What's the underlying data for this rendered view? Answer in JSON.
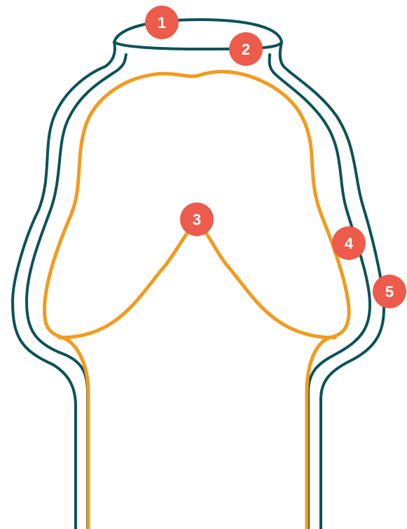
{
  "colors": {
    "outline": "#0b5259",
    "inner_outline": "#f29b1d",
    "marker_fill": "#ec5b4b",
    "marker_text": "#ffffff",
    "background": "#ffffff"
  },
  "markers": [
    {
      "label": "1"
    },
    {
      "label": "2"
    },
    {
      "label": "3"
    },
    {
      "label": "4"
    },
    {
      "label": "5"
    }
  ]
}
